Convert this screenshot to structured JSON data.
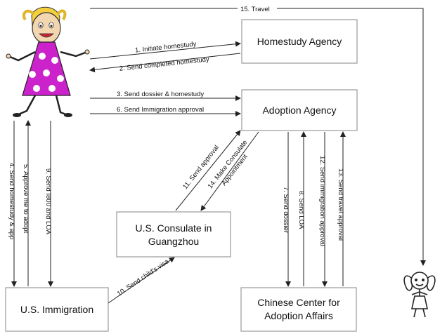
{
  "boxes": {
    "homestudy_agency": "Homestudy Agency",
    "adoption_agency": "Adoption Agency",
    "consulate_line1": "U.S. Consulate in",
    "consulate_line2": "Guangzhou",
    "us_immigration": "U.S. Immigration",
    "ccaa_line1": "Chinese Center for",
    "ccaa_line2": "Adoption Affairs"
  },
  "steps": {
    "s1": "1. Initiate homestudy",
    "s2": "2. Send completed homestudy",
    "s3": "3. Send dossier & homestudy",
    "s4": "4. Send homestudy & app",
    "s5": "5. Approve me to adopt",
    "s6": "6. Send Immigration approval",
    "s7": "7. Send dossier",
    "s8": "8. Send LOA",
    "s9": "9. Send I800 and LOA",
    "s10": "10. Send child's visa",
    "s11": "11. Send approval",
    "s12": "12. Send immigration approval",
    "s13": "13. Send travel approval",
    "s14a": "14. Make Consulate",
    "s14b": "Appointment",
    "s15": "15. Travel"
  },
  "colors": {
    "dress": "#cc22cc",
    "dots": "#ffffff",
    "skin": "#f2d6b0",
    "hair": "#f4d03f",
    "box_border": "#9a9a9a"
  }
}
